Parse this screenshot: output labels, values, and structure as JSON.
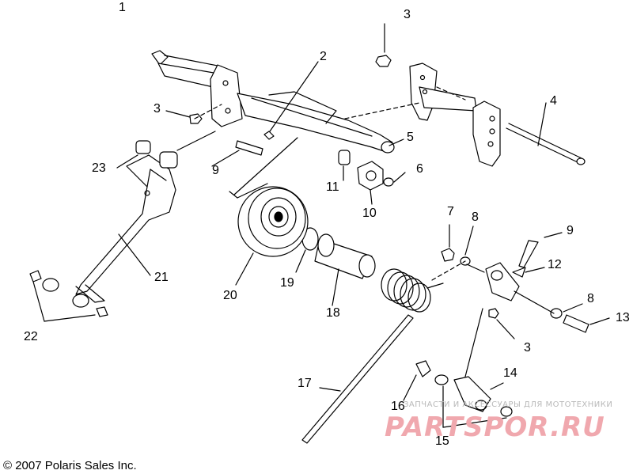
{
  "callouts": [
    "1",
    "2",
    "3",
    "3",
    "3",
    "4",
    "5",
    "6",
    "7",
    "8",
    "8",
    "9",
    "9",
    "10",
    "11",
    "12",
    "13",
    "14",
    "15",
    "16",
    "17",
    "18",
    "19",
    "20",
    "21",
    "22",
    "23"
  ],
  "copyright": "© 2007 Polaris Sales Inc.",
  "watermark": {
    "small_text": "ЗАПЧАСТИ И АКСЕССУАРЫ ДЛЯ МОТОТЕХНИКИ",
    "big_text": "PARTSPOR.RU",
    "color": "#f0a8ae"
  },
  "colors": {
    "line": "#000000",
    "background": "#ffffff"
  }
}
